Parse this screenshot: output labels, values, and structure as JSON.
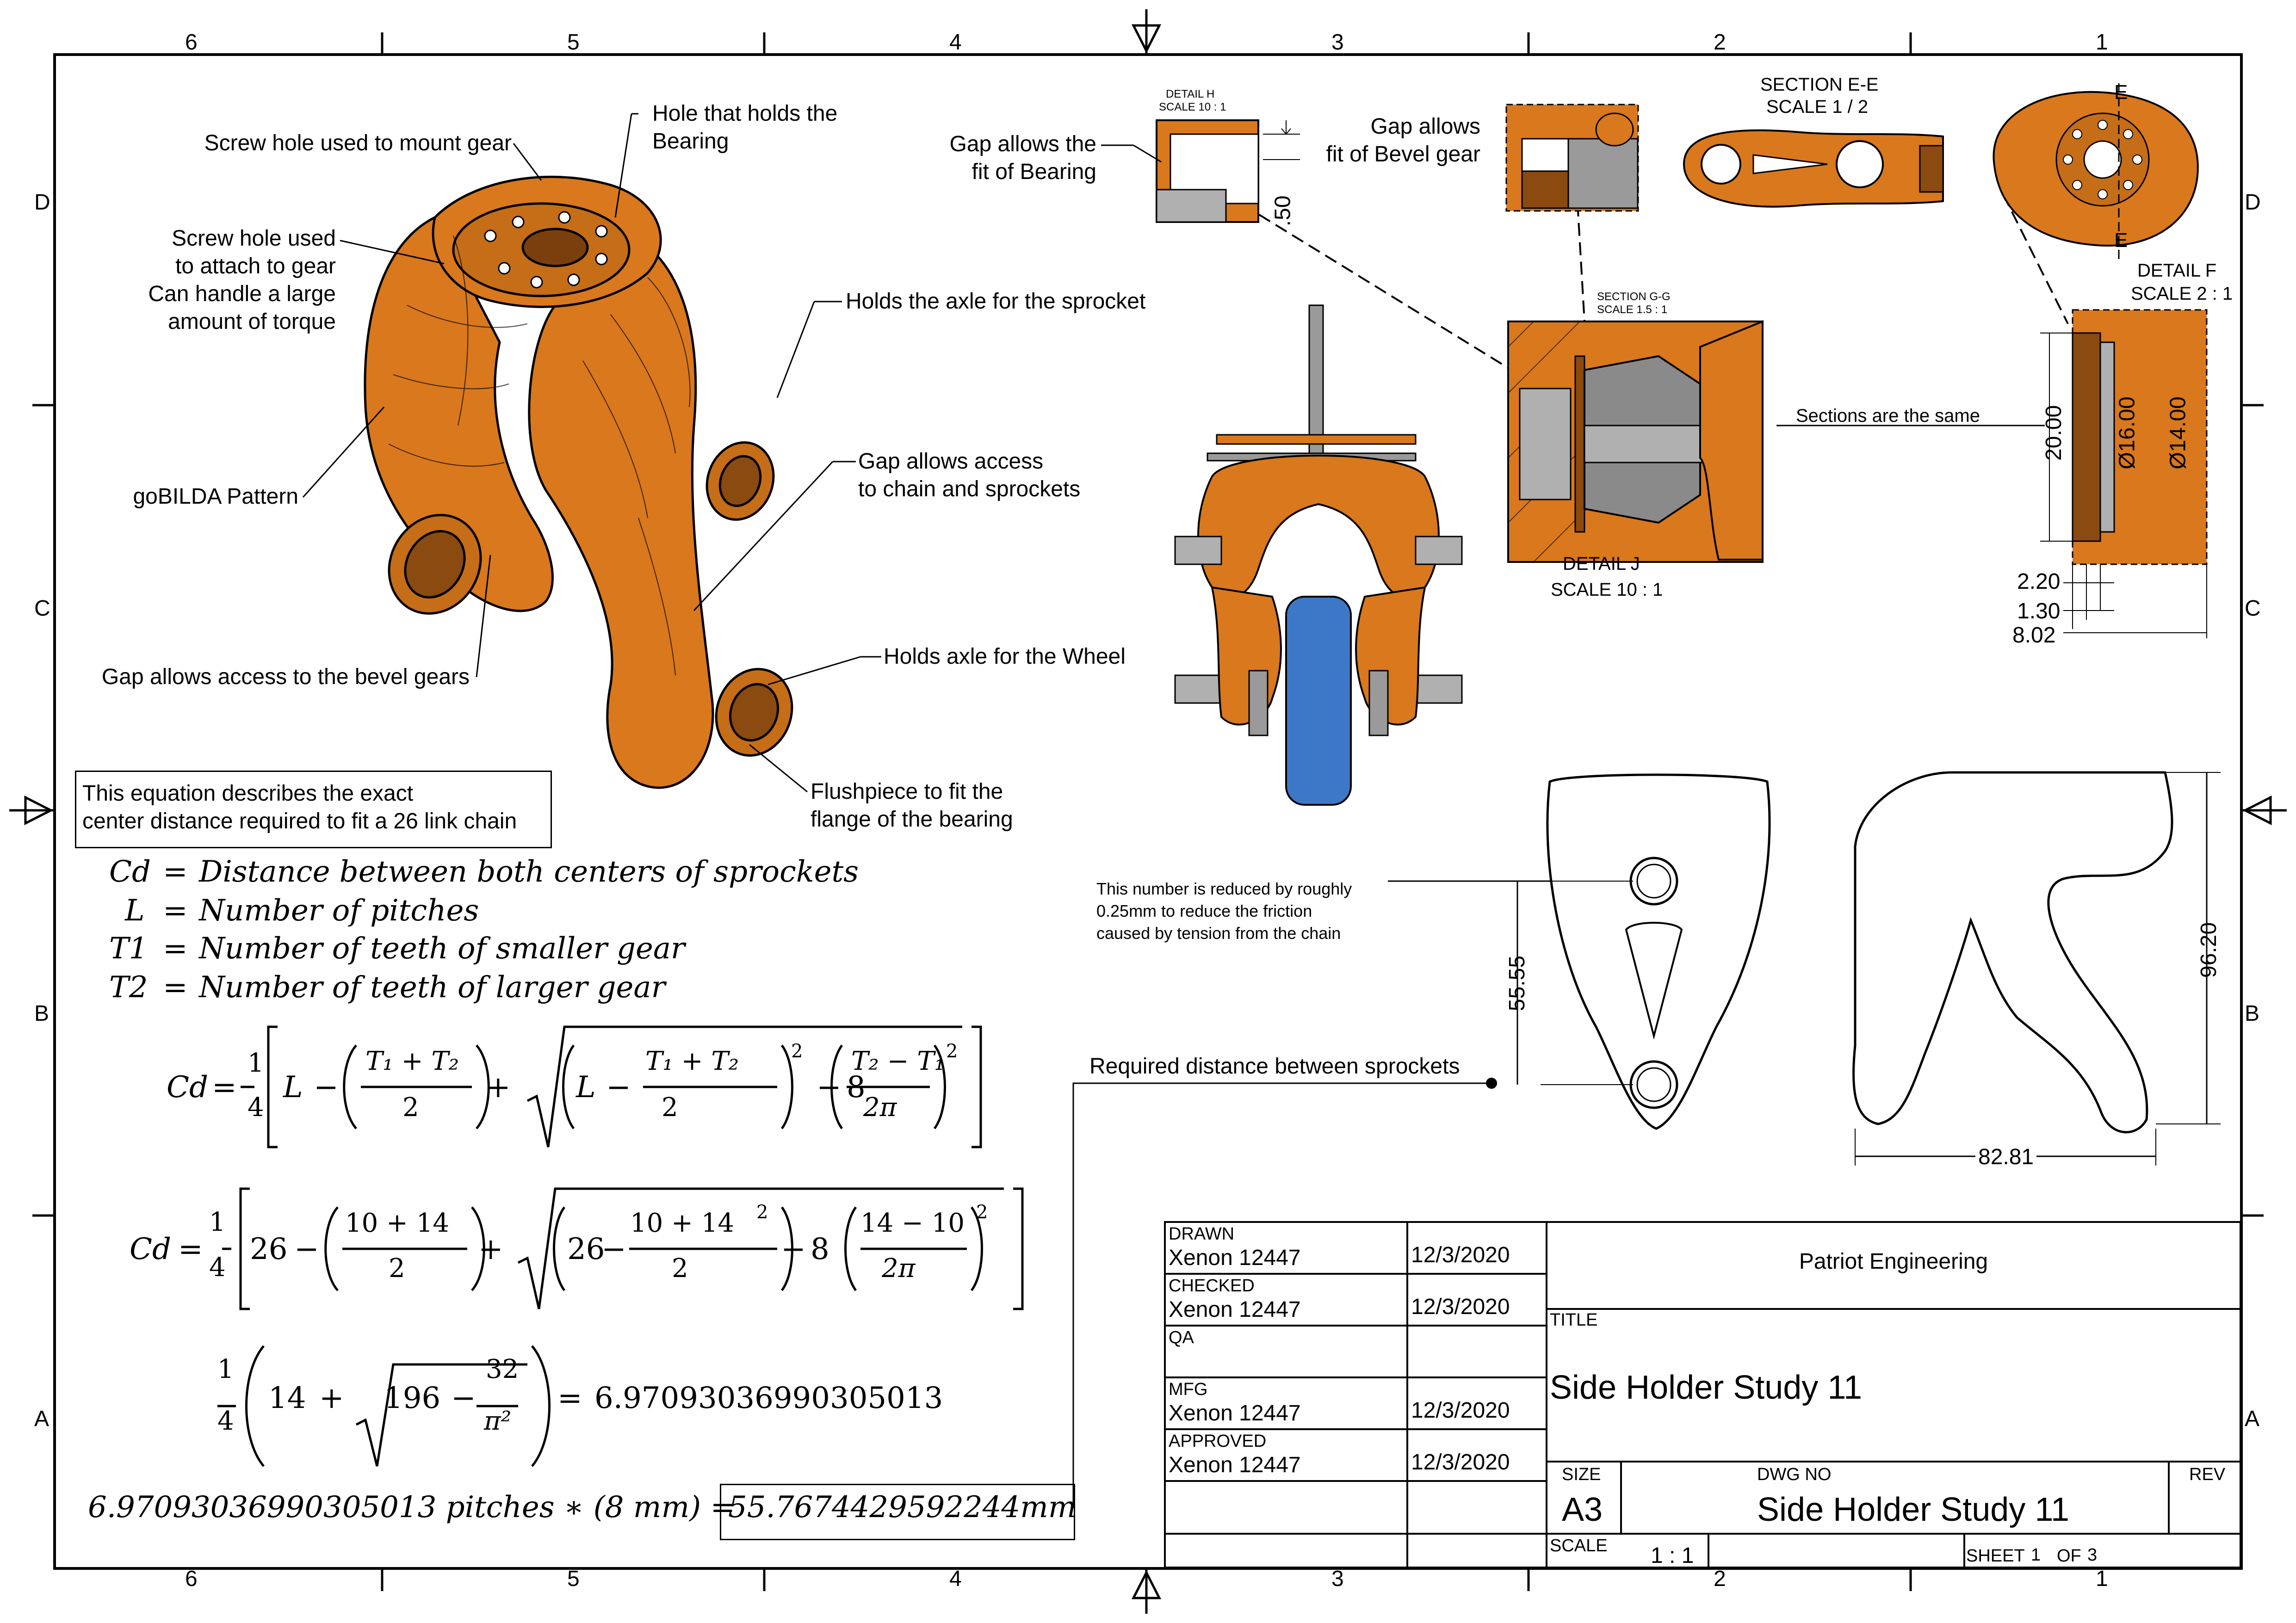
{
  "zones": {
    "columns": [
      "6",
      "5",
      "4",
      "3",
      "2",
      "1"
    ],
    "rows": [
      "D",
      "C",
      "B",
      "A"
    ]
  },
  "callouts": {
    "screw_mount": "Screw hole used to mount gear",
    "hole_bearing": "Hole that holds the\nBearing",
    "screw_torque": "Screw hole used\nto attach to gear\nCan handle a large\namount of torque",
    "axle_sprocket": "Holds the axle for the sprocket",
    "gobilda": "goBILDA Pattern",
    "gap_chain": "Gap allows access\nto chain and sprockets",
    "gap_bevel": "Gap allows access to the bevel gears",
    "axle_wheel": "Holds axle for the Wheel",
    "flushpiece": "Flushpiece to fit the\nflange of the bearing",
    "gap_fit_bearing": "Gap allows the\nfit of Bearing",
    "gap_fit_bevel": "Gap allows\nfit of Bevel gear",
    "sections_same": "Sections are the same",
    "reduced_note": "This number is reduced by roughly\n0.25mm to reduce the friction\ncaused by tension from the chain",
    "required_distance": "Required distance between sprockets"
  },
  "views": {
    "detail_h_title": "DETAIL  H",
    "detail_h_scale": "SCALE 10 : 1",
    "detail_h_dim": ".50",
    "section_ee_title": "SECTION E-E",
    "section_ee_scale": "SCALE 1 / 2",
    "section_gg_title": "SECTION G-G",
    "section_gg_scale": "SCALE 1.5 : 1",
    "detail_j_title": "DETAIL  J",
    "detail_j_scale": "SCALE 10 : 1",
    "detail_f_title": "DETAIL  F",
    "detail_f_scale": "SCALE 2 : 1",
    "section_letters": [
      "E",
      "E"
    ]
  },
  "dimensions": {
    "d_20": "20.00",
    "d_16": "Ø16.00",
    "d_14": "Ø14.00",
    "d_220": "2.20",
    "d_130": "1.30",
    "d_802": "8.02",
    "d_5555": "55.55",
    "d_9620": "96.20",
    "d_8281": "82.81"
  },
  "equation_note": "This equation describes the exact\ncenter distance required to fit a 26 link chain",
  "definitions": [
    {
      "sym": "Cd",
      "text": "Distance between both centers of sprockets"
    },
    {
      "sym": "L",
      "text": "Number of pitches"
    },
    {
      "sym": "T1",
      "text": "Number of teeth of smaller gear"
    },
    {
      "sym": "T2",
      "text": "Number of teeth of larger gear"
    }
  ],
  "formulas": {
    "cd": "Cd",
    "eq": "=",
    "quarter_num": "1",
    "quarter_den": "4",
    "L": "L",
    "minus": "−",
    "plus": "+",
    "t1t2": "T₁ + T₂",
    "t2t1": "T₂ − T₁",
    "two": "2",
    "twopi": "2π",
    "eight": "8",
    "sq": "2",
    "n26": "26",
    "n1014": "10 + 14",
    "n1410": "14 − 10",
    "n14": "14",
    "n196": "196",
    "n32": "32",
    "pi2": "π²",
    "result1": "6.97093036990305013",
    "final_lhs": "6.97093036990305013 pitches ∗ (8 mm) =",
    "final_result": "55.7674429592244mm"
  },
  "title_block": {
    "drawn_label": "DRAWN",
    "drawn_name": "Xenon 12447",
    "drawn_date": "12/3/2020",
    "checked_label": "CHECKED",
    "checked_name": "Xenon 12447",
    "checked_date": "12/3/2020",
    "qa_label": "QA",
    "mfg_label": "MFG",
    "mfg_name": "Xenon 12447",
    "mfg_date": "12/3/2020",
    "approved_label": "APPROVED",
    "approved_name": "Xenon 12447",
    "approved_date": "12/3/2020",
    "company": "Patriot Engineering",
    "title_label": "TITLE",
    "title": "Side Holder Study 11",
    "size_label": "SIZE",
    "size": "A3",
    "dwg_label": "DWG NO",
    "dwg": "Side Holder Study 11",
    "rev_label": "REV",
    "scale_label": "SCALE",
    "scale": "1 : 1",
    "sheet_label": "SHEET",
    "sheet_num": "1",
    "of_label": "OF",
    "sheet_total": "3"
  },
  "colors": {
    "part_orange": "#d9781c",
    "part_dark": "#8a4a10",
    "wheel_blue": "#3d78c8",
    "steel_gray": "#9a9a9a"
  }
}
